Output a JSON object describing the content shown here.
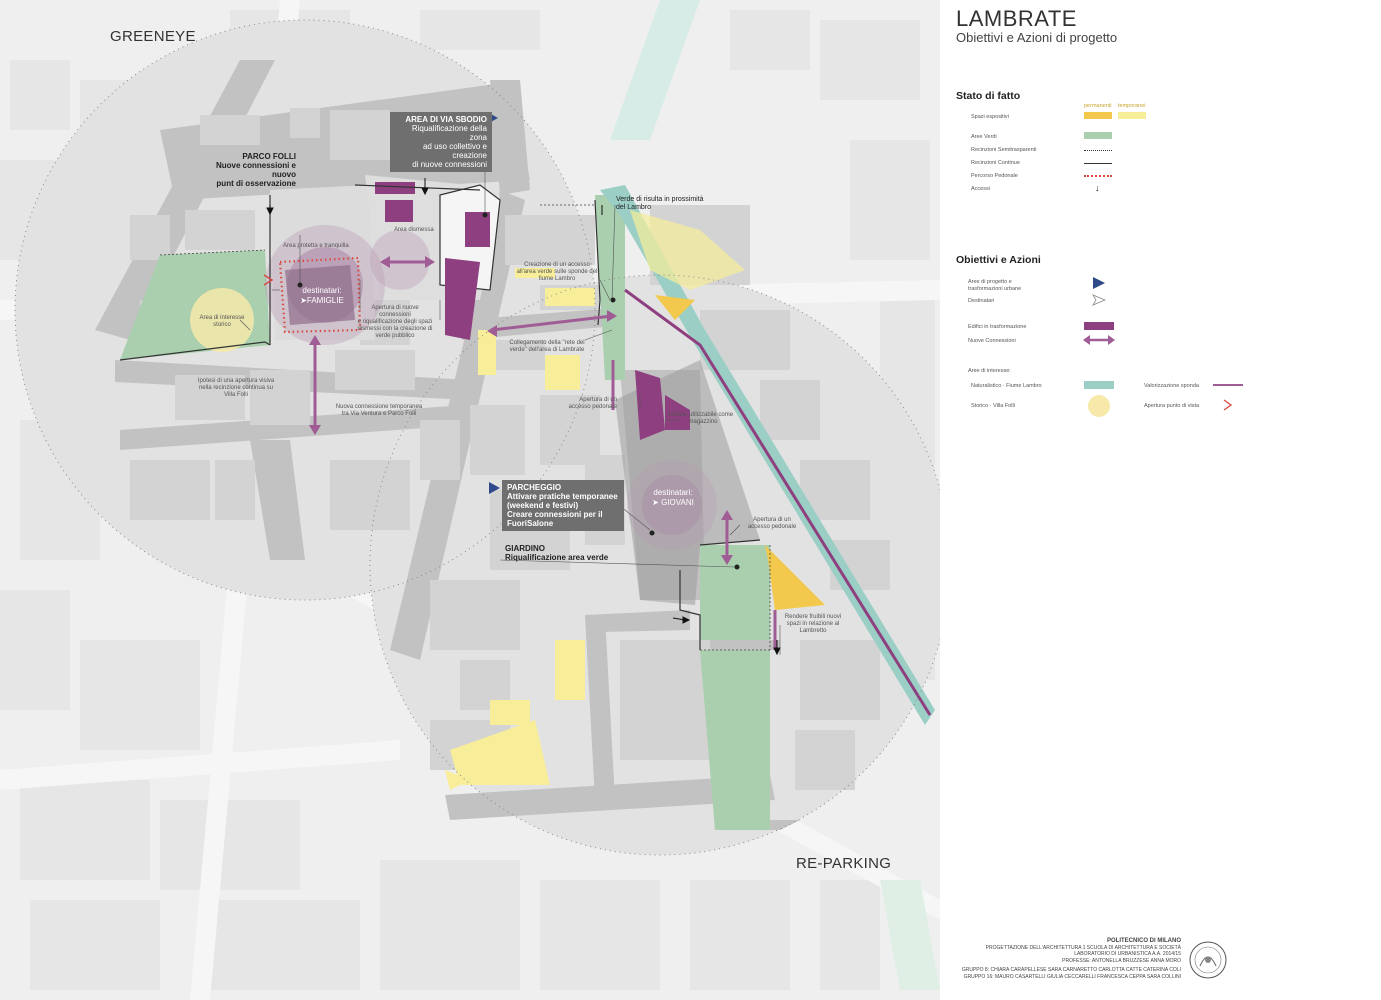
{
  "labels": {
    "greeneye": "GREENEYE",
    "reparking": "RE-PARKING"
  },
  "map_annotations": {
    "area_sbodio_title": "AREA DI VIA SBODIO",
    "area_sbodio_l1": "Riqualificazione della zona",
    "area_sbodio_l2": "ad uso collettivo e creazione",
    "area_sbodio_l3": "di nuove connessioni",
    "parco_folli_title": "PARCO FOLLI",
    "parco_folli_l1": "Nuove connessioni e nuovo",
    "parco_folli_l2": "punt di osservazione",
    "area_protetta": "Area protetta e tranquilla",
    "area_dismessa": "Area dismessa",
    "dest_famiglie_1": "destinatari:",
    "dest_famiglie_2": "➤FAMIGLIE",
    "area_interesse_1": "Area di interesse",
    "area_interesse_2": "storico",
    "apertura_nuove_1": "Apertura di nuove connessioni",
    "apertura_nuove_2": "e riqualificazione degli spazi",
    "apertura_nuove_3": "dismessi con la creazione di",
    "apertura_nuove_4": "verde pubblico",
    "ipotesi_1": "Ipotesi di una apertura visiva",
    "ipotesi_2": "nella recinzione continua su",
    "ipotesi_3": "Villa Folli",
    "nuova_conn_1": "Nuova connessione temporanea",
    "nuova_conn_2": "tra Via Ventura e Parco Folli",
    "creazione_1": "Creazione di un accesso",
    "creazione_2": "all'area verde sulle sponde del",
    "creazione_3": "fiume Lambro",
    "verde_risulta_1": "Verde di risulta in prossimità",
    "verde_risulta_2": "del Lambro",
    "collegamento_1": "Collegamento della \"rete del",
    "collegamento_2": "verde\" dell'area di Lambrate",
    "apertura_ped_1": "Apertura di un",
    "apertura_ped_2": "accesso pedonale",
    "edificio_1": "Edificio utilizzabile come",
    "edificio_2": "magazzino",
    "parcheggio_title": "PARCHEGGIO",
    "parcheggio_l1": "Attivare pratiche temporanee",
    "parcheggio_l2": "(weekend e festivi)",
    "parcheggio_l3": "Creare connessioni per il",
    "parcheggio_l4": "FuoriSalone",
    "dest_giovani_1": "destinatari:",
    "dest_giovani_2": "➤ GIOVANI",
    "apertura_ped2_1": "Apertura di un",
    "apertura_ped2_2": "accesso pedonale",
    "giardino_title": "GIARDINO",
    "giardino_l1": "Riqualificazione area verde",
    "rendere_1": "Rendere fruibili nuovi",
    "rendere_2": "spazi in relazione al",
    "rendere_3": "Lambretto"
  },
  "panel": {
    "title": "LAMBRATE",
    "subtitle": "Obiettivi e Azioni di progetto",
    "stato_title": "Stato di fatto",
    "col_permanenti": "permanenti",
    "col_temporanei": "temporanei",
    "spazi_espositivi": "Spazi espositivi",
    "aree_verdi": "Aree Verdi",
    "recinzioni_semi": "Recinzioni Semitrasparenti",
    "recinzioni_cont": "Recinzioni Continue",
    "percorso_ped": "Percorso Pedonale",
    "accessi": "Accessi",
    "obiettivi_title": "Obiettivi e Azioni",
    "aree_progetto_1": "Aree di progetto e",
    "aree_progetto_2": "trasformazioni urbane",
    "destinatari": "Destinatari",
    "edifici_trasf": "Edifici in trasformazione",
    "nuove_conn": "Nuove Connessioni",
    "aree_interesse": "Aree di interesse:",
    "naturalistico": "Naturalistico · Fiume Lambro",
    "storico": "Storico · Villa Folli",
    "valorizzazione": "Valorizzazione sponda",
    "apertura_punto": "Apertura punto di vista",
    "polimi": "POLITECNICO DI MILANO",
    "cred_1": "PROGETTAZIONE DELL'ARCHITETTURA 1 SCUOLA DI ARCHITETTURA E SOCIETÀ",
    "cred_2": "LABORATORIO DI URBANISTICA A.A. 2014/15",
    "cred_3": "PROFESSE: ANTONELLA BRUZZESE ANNA MORO",
    "gruppo_8": "GRUPPO 8: CHIARA CARAPELLESE SARA CARNARETTO CARLOTTA CATTE CATERINA COLI",
    "gruppo_16": "GRUPPO 16: MAURO CASARTELLI GIULIA CECCARELLI FRANCESCA CEPPA SARA COLLINI"
  },
  "colors": {
    "street": "#c6c6c6",
    "building": "#d3d3d3",
    "green": "#a9cfae",
    "yellow_perm": "#f2c94c",
    "yellow_temp": "#f8ee99",
    "purple": "#8e3f7f",
    "river": "#9bcfc5",
    "arrow_blue": "#2e4a8a",
    "accent_red": "#d9493f"
  }
}
